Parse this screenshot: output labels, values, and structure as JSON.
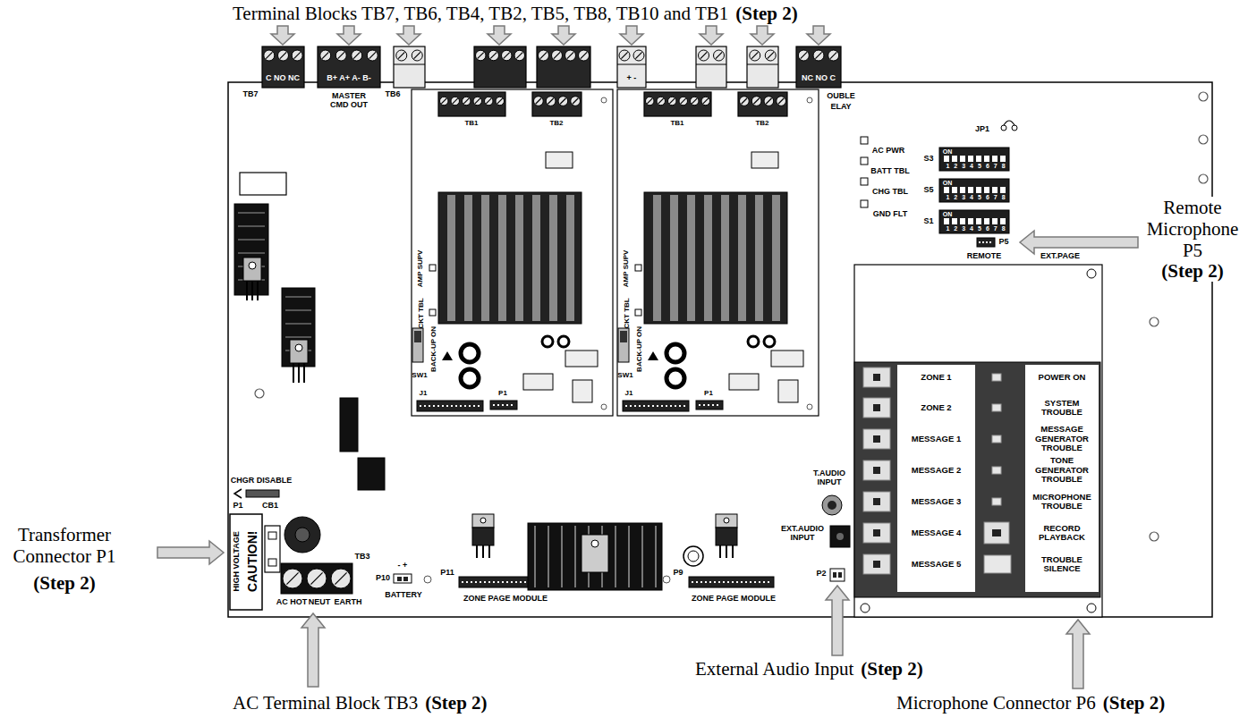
{
  "diagram": {
    "nodes": [
      {
        "text": [
          "ZONE 1",
          "ZONE 2",
          "MESSAGE 1",
          "MESSAGE 2",
          "MESSAGE 3",
          "MESSAGE 4",
          "MESSAGE 5"
        ]
      },
      {
        "text": [
          "POWER ON",
          "SYSTEM TROUBLE",
          "MESSAGE GENERATOR TROUBLE",
          "TONE GENERATOR TROUBLE",
          "MICROPHONE TROUBLE",
          "RECORD PLAYBACK",
          "TROUBLE SILENCE"
        ]
      }
    ],
    "labels": [
      "Terminal Blocks TB7, TB6, TB4, TB2, TB5, TB8, TB10 and TB1",
      "(Step 2)",
      "Remote Microphone P5",
      "(Step 2)",
      "Transformer Connector P1",
      "(Step 2)",
      "AC Terminal Block TB3",
      "(Step 2)",
      "External Audio Input",
      "(Step 2)",
      "Microphone Connector P6",
      "(Step 2)",
      "C NO NC",
      "B+ A+ A- B-",
      "TB7",
      "MASTER CMD OUT",
      "TB6",
      "+ -",
      "NC NO C",
      "OUBLE",
      "ELAY",
      "AC PWR",
      "BATT TBL",
      "CHG TBL",
      "GND FLT",
      "JP1",
      "S3",
      "ON",
      "12345678",
      "S5",
      "ON",
      "12345678",
      "S1",
      "ON",
      "12345678",
      "P5",
      "REMOTE",
      "EXT.PAGE",
      "TB1",
      "TB2",
      "AMP SUPV",
      "CKT TBL",
      "BACK-UP ON",
      "SW1",
      "J1",
      "P1",
      "TB1",
      "TB2",
      "AMP SUPV",
      "CKT TBL",
      "BACK-UP ON",
      "SW1",
      "J1",
      "P1",
      "CHGR DISABLE",
      "P1",
      "CB1",
      "CAUTION!",
      "HIGH VOLTAGE",
      "TB3",
      "AC HOT",
      "NEUT",
      "EARTH",
      "- +",
      "P10",
      "BATTERY",
      "P11",
      "ZONE PAGE MODULE",
      "P9",
      "ZONE PAGE MODULE",
      "T.AUDIO INPUT",
      "EXT.AUDIO INPUT",
      "P2"
    ]
  }
}
